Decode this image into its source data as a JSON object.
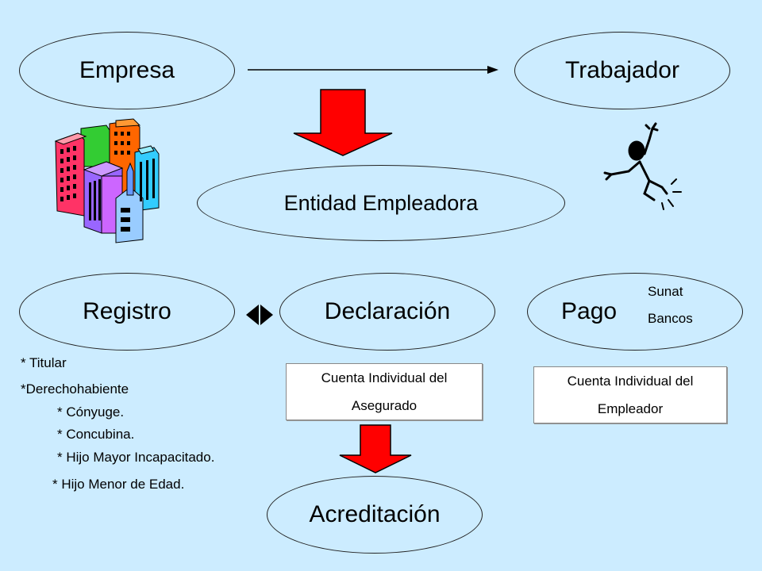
{
  "nodes": {
    "empresa": "Empresa",
    "trabajador": "Trabajador",
    "entidad": "Entidad Empleadora",
    "registro": "Registro",
    "declaracion": "Declaración",
    "pago": "Pago",
    "acreditacion": "Acreditación"
  },
  "pago_options": [
    "Sunat",
    "Bancos"
  ],
  "boxes": {
    "asegurado": [
      "Cuenta Individual del",
      "Asegurado"
    ],
    "empleador": [
      "Cuenta Individual del",
      "Empleador"
    ]
  },
  "registro_list": [
    "* Titular",
    "*Derechohabiente",
    "* Cónyuge.",
    "* Concubina.",
    "* Hijo Mayor Incapacitado.",
    "* Hijo Menor de Edad."
  ],
  "icons": [
    "buildings-clipart",
    "jumping-person-clipart"
  ],
  "colors": {
    "background": "#ccecff",
    "arrow_red": "#ff0000",
    "box_fill": "#ffffff"
  }
}
